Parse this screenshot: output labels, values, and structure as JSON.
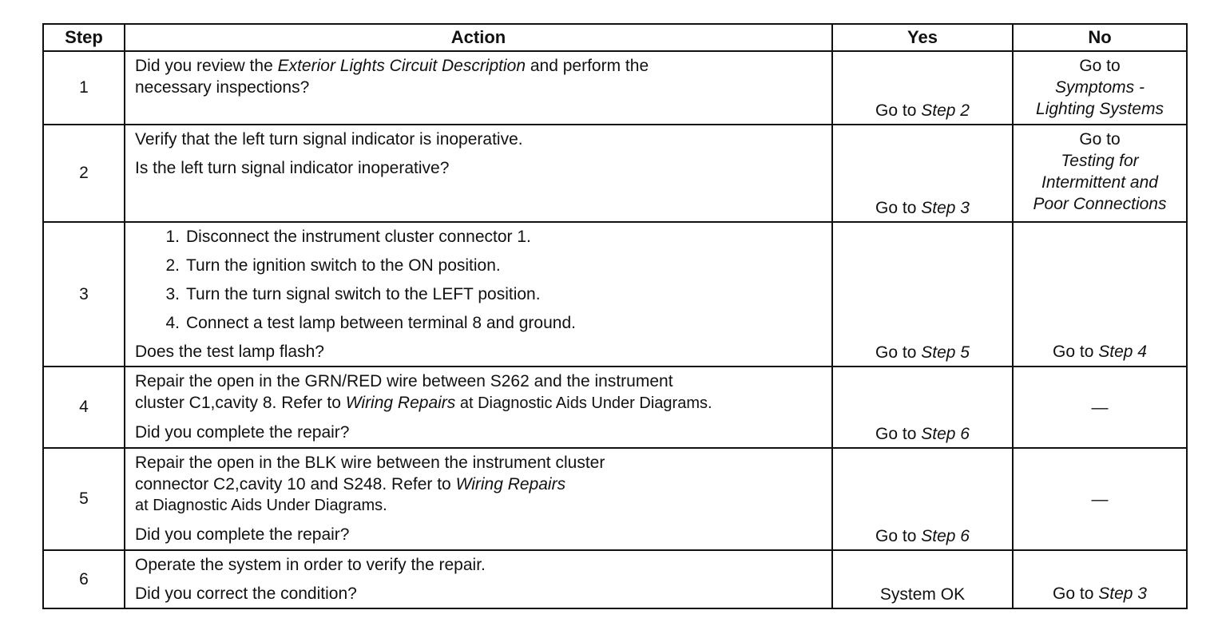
{
  "headers": {
    "step": "Step",
    "action": "Action",
    "yes": "Yes",
    "no": "No"
  },
  "rows": [
    {
      "step": "1",
      "action_line1_pre": "Did you review the ",
      "action_line1_ref": "Exterior Lights Circuit Description",
      "action_line1_post": " and perform the",
      "action_line2": "necessary inspections?",
      "yes_pre": "Go to ",
      "yes_ref": "Step 2",
      "no_pre": "Go to ",
      "no_ref": "Symptoms - Lighting Systems"
    },
    {
      "step": "2",
      "action_line1": "Verify that the left turn signal indicator is inoperative.",
      "action_line2": "Is the left turn signal indicator inoperative?",
      "yes_pre": "Go to ",
      "yes_ref": "Step 3",
      "no_pre": "Go to ",
      "no_ref": "Testing for Intermittent and Poor Connections"
    },
    {
      "step": "3",
      "substeps": [
        {
          "num": "1.",
          "text": "Disconnect the instrument cluster connector 1."
        },
        {
          "num": "2.",
          "text": "Turn the ignition switch to the ON position."
        },
        {
          "num": "3.",
          "text": "Turn the turn signal switch to the LEFT position."
        },
        {
          "num": "4.",
          "text": "Connect a test lamp between terminal 8 and ground."
        }
      ],
      "question": "Does the test lamp flash?",
      "yes_pre": "Go to ",
      "yes_ref": "Step 5",
      "no_pre": "Go to ",
      "no_ref": "Step 4"
    },
    {
      "step": "4",
      "action_line1": "Repair the open in the GRN/RED wire between S262 and the instrument",
      "action_line2_pre": "cluster C1,cavity 8. Refer to ",
      "action_line2_ref": "Wiring Repairs",
      "action_line2_post": " at Diagnostic Aids Under Diagrams.",
      "question": "Did you complete the repair?",
      "yes_pre": "Go to ",
      "yes_ref": "Step 6",
      "no": "—"
    },
    {
      "step": "5",
      "action_line1": "Repair the open in the BLK wire between the instrument cluster",
      "action_line2_pre": "connector C2,cavity 10 and S248. Refer to ",
      "action_line2_ref": "Wiring Repairs",
      "action_line3": "at Diagnostic Aids Under Diagrams.",
      "question": "Did you complete the repair?",
      "yes_pre": "Go to ",
      "yes_ref": "Step 6",
      "no": "—"
    },
    {
      "step": "6",
      "action_line1": "Operate the system in order to verify the repair.",
      "question": "Did you correct the condition?",
      "yes": "System OK",
      "no_pre": "Go to ",
      "no_ref": "Step 3"
    }
  ]
}
